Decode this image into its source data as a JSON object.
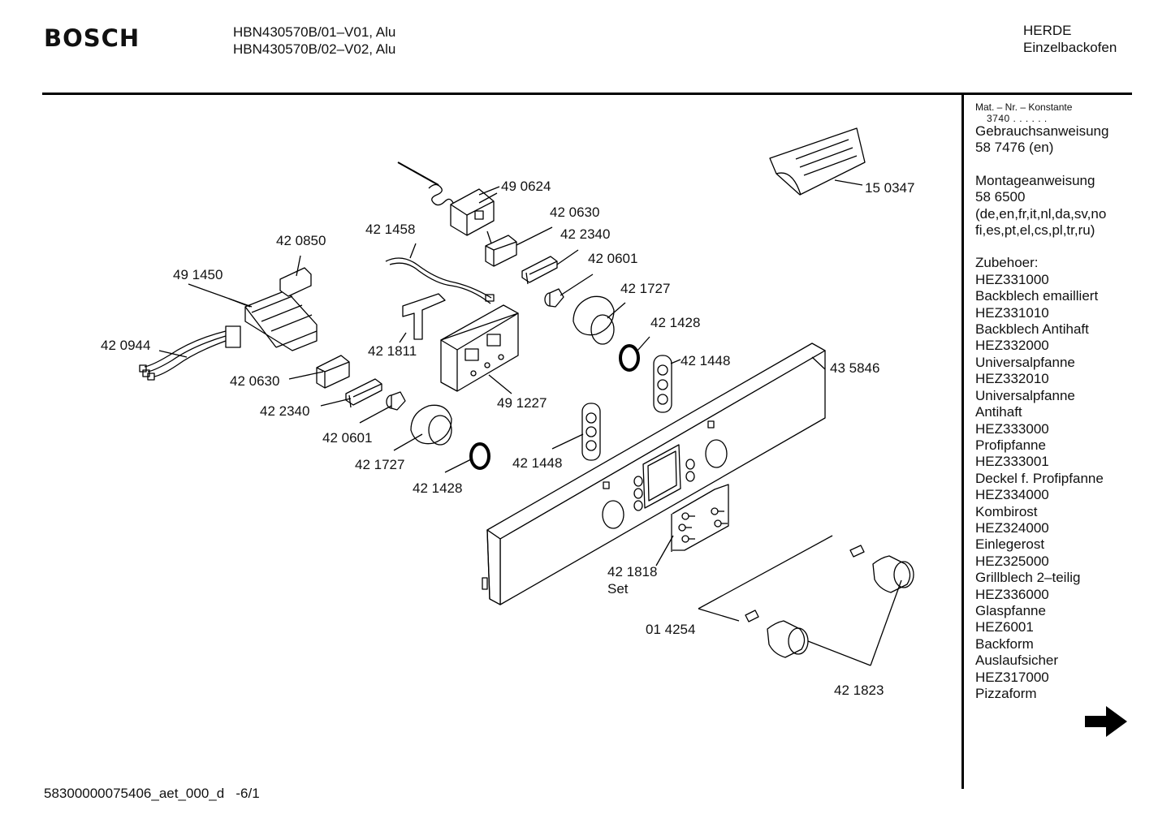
{
  "header": {
    "brand": "BOSCH",
    "model_line_1": "HBN430570B/01–V01, Alu",
    "model_line_2": "HBN430570B/02–V02, Alu",
    "category_line_1": "HERDE",
    "category_line_2": "Einzelbackofen"
  },
  "sidebar": {
    "mat_label": "Mat. – Nr. – Konstante",
    "mat_value": "3740 . . . . . .",
    "lines": [
      "Gebrauchsanweisung",
      "58 7476 (en)",
      "",
      "Montageanweisung",
      "58 6500",
      "(de,en,fr,it,nl,da,sv,no",
      "fi,es,pt,el,cs,pl,tr,ru)",
      "",
      "Zubehoer:",
      "HEZ331000",
      "Backblech emailliert",
      "HEZ331010",
      "Backblech Antihaft",
      "HEZ332000",
      "Universalpfanne",
      "HEZ332010",
      "Universalpfanne",
      "Antihaft",
      "HEZ333000",
      "Profipfanne",
      "HEZ333001",
      "Deckel f. Profipfanne",
      "HEZ334000",
      "Kombirost",
      "HEZ324000",
      "Einlegerost",
      "HEZ325000",
      "Grillblech 2–teilig",
      "HEZ336000",
      "Glaspfanne",
      "HEZ6001",
      "Backform",
      "Auslaufsicher",
      "HEZ317000",
      "Pizzaform"
    ]
  },
  "parts": {
    "p490624": "49 0624",
    "p150347": "15 0347",
    "p421458": "42 1458",
    "p420630a": "42 0630",
    "p422340a": "42 2340",
    "p420850": "42 0850",
    "p420601a": "42 0601",
    "p491450": "49 1450",
    "p421727a": "42 1727",
    "p421428a": "42 1428",
    "p421448a": "42 1448",
    "p420944": "42 0944",
    "p421811": "42 1811",
    "p435846": "43 5846",
    "p420630b": "42 0630",
    "p491227": "49 1227",
    "p422340b": "42 2340",
    "p420601b": "42 0601",
    "p421727b": "42 1727",
    "p421448b": "42 1448",
    "p421428b": "42 1428",
    "p421818": "42 1818",
    "set": "Set",
    "p014254": "01 4254",
    "p421823": "42 1823"
  },
  "footer": {
    "doc_id": "58300000075406_aet_000_d",
    "page": "-6/1"
  },
  "icons": {
    "next_page": "right-arrow-icon"
  }
}
